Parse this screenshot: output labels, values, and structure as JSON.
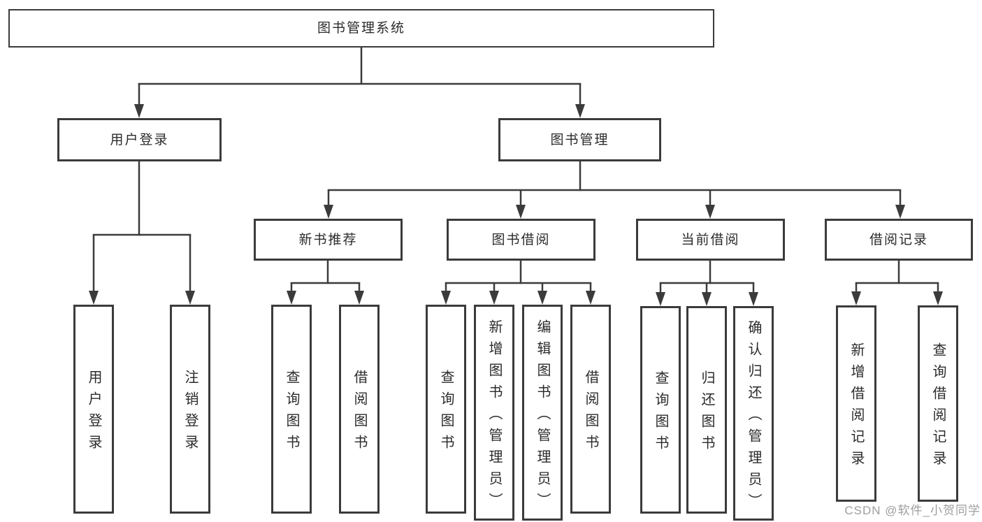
{
  "tree": {
    "root": "图书管理系统",
    "login": {
      "label": "用户登录",
      "children": [
        "用户登录",
        "注销登录"
      ]
    },
    "management": {
      "label": "图书管理",
      "modules": [
        {
          "label": "新书推荐",
          "children": [
            "查询图书",
            "借阅图书"
          ]
        },
        {
          "label": "图书借阅",
          "children": [
            "查询图书",
            "新增图书（管理员）",
            "编辑图书（管理员）",
            "借阅图书"
          ]
        },
        {
          "label": "当前借阅",
          "children": [
            "查询图书",
            "归还图书",
            "确认归还（管理员）"
          ]
        },
        {
          "label": "借阅记录",
          "children": [
            "新增借阅记录",
            "查询借阅记录"
          ]
        }
      ]
    }
  },
  "watermark": "CSDN @软件_小贺同学",
  "colors": {
    "line": "#3b3b3b",
    "text": "#2b2b2b",
    "watermark": "#9e9e9e",
    "background": "#ffffff"
  }
}
